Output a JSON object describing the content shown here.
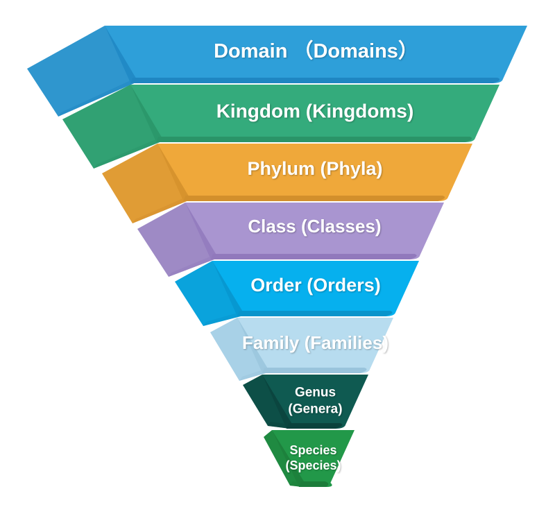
{
  "diagram": {
    "type": "inverted-pyramid-funnel",
    "background": "#ffffff",
    "text_color": "#ffffff",
    "layers": [
      {
        "id": "domain",
        "lines": [
          "Domain （Domains）"
        ],
        "face": "#2E9FD9",
        "dark": "#1F86C2",
        "flap": "#2F96CE"
      },
      {
        "id": "kingdom",
        "lines": [
          "Kingdom (Kingdoms)"
        ],
        "face": "#34AB7C",
        "dark": "#2A9468",
        "flap": "#31A173"
      },
      {
        "id": "phylum",
        "lines": [
          "Phylum (Phyla)"
        ],
        "face": "#EFA83A",
        "dark": "#D28F2C",
        "flap": "#E09C35"
      },
      {
        "id": "class",
        "lines": [
          "Class (Classes)"
        ],
        "face": "#A995D0",
        "dark": "#9179BC",
        "flap": "#9E8AC5"
      },
      {
        "id": "order",
        "lines": [
          "Order (Orders)"
        ],
        "face": "#06B0EE",
        "dark": "#0894CB",
        "flap": "#0AA3DC"
      },
      {
        "id": "family",
        "lines": [
          "Family (Families)"
        ],
        "face": "#B7DCEF",
        "dark": "#99C4DC",
        "flap": "#A8D1E7"
      },
      {
        "id": "genus",
        "lines": [
          "Genus",
          "(Genera)"
        ],
        "face": "#0F5A51",
        "dark": "#0A423C",
        "flap": "#0D4F47"
      },
      {
        "id": "species",
        "lines": [
          "Species",
          "(Species)"
        ],
        "face": "#229849",
        "dark": "#1C7C3A",
        "flap": "#1F8A41"
      }
    ]
  }
}
